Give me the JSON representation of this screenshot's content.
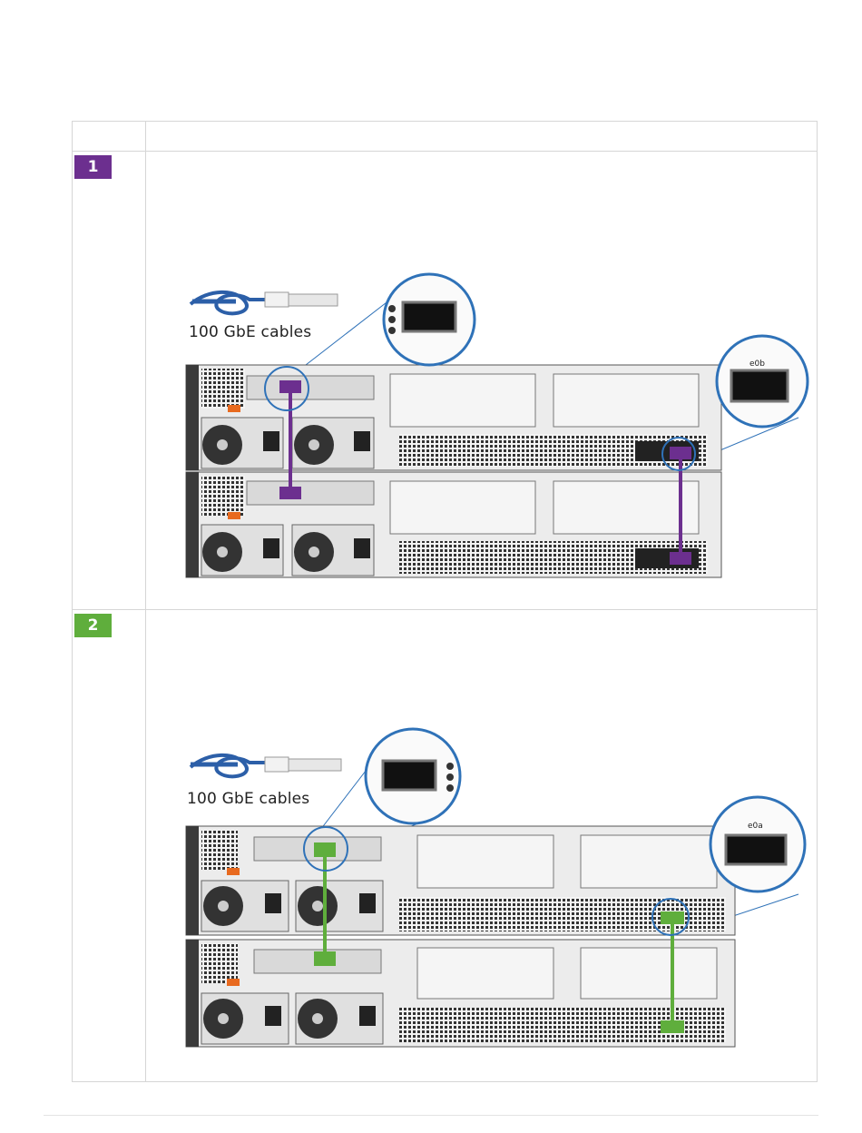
{
  "steps": [
    {
      "number": "1",
      "color": "#6c2f8f",
      "cable_label": "100 GbE cables",
      "zoom_port_label": "e0b",
      "cable_color": "#6c2f8f"
    },
    {
      "number": "2",
      "color": "#5fae3c",
      "cable_label": "100 GbE cables",
      "zoom_port_label": "e0a",
      "cable_color": "#5fae3c"
    }
  ],
  "icons": {
    "cable": "qsfp-cable-icon",
    "callout": "magnifier-callout-icon",
    "chassis": "controller-chassis-illustration"
  }
}
